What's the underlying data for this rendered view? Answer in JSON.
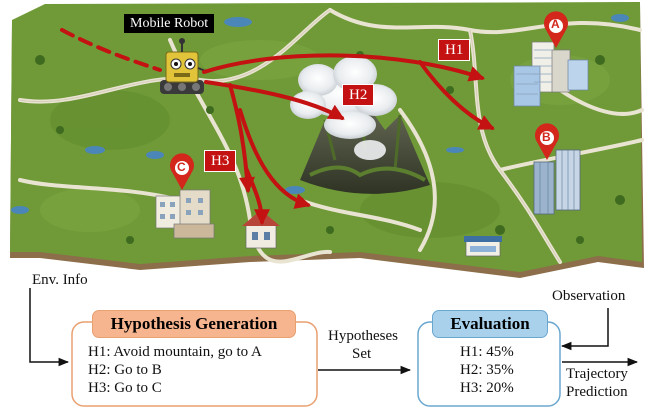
{
  "map": {
    "robot_label": "Mobile Robot",
    "hypothesis_tags": [
      "H1",
      "H2",
      "H3"
    ],
    "pins": [
      "A",
      "B",
      "C"
    ],
    "colors": {
      "grass": "#6f9a37",
      "road": "#e9e3d2",
      "trajectory": "#c41212",
      "tag_bg": "#c41212",
      "water": "#4b86b8"
    }
  },
  "flow": {
    "env_info": "Env. Info",
    "observation": "Observation",
    "hypotheses_set_line1": "Hypotheses",
    "hypotheses_set_line2": "Set",
    "trajectory_line1": "Trajectory",
    "trajectory_line2": "Prediction"
  },
  "hypothesis_generation": {
    "title": "Hypothesis Generation",
    "items": [
      "H1: Avoid mountain, go to A",
      "H2: Go to B",
      "H3: Go to C"
    ],
    "colors": {
      "title_bg": "#f6b48f",
      "border": "#e8a070"
    }
  },
  "evaluation": {
    "title": "Evaluation",
    "items": [
      "H1: 45%",
      "H2: 35%",
      "H3: 20%"
    ],
    "colors": {
      "title_bg": "#a9d1ec",
      "border": "#6aa7cf"
    }
  }
}
